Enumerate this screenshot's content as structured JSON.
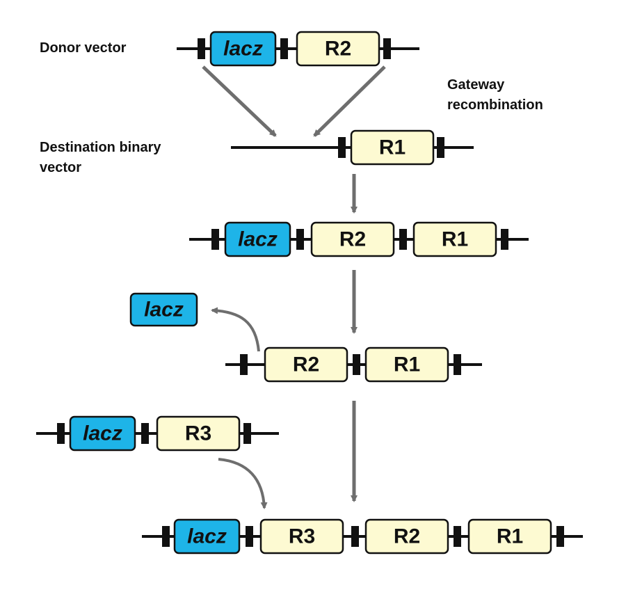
{
  "colors": {
    "lacz_fill": "#1eb4e8",
    "region_fill": "#fdfad2",
    "line": "#111111",
    "arrow": "#6e6e6e"
  },
  "labels": {
    "donor_vector": "Donor vector",
    "gateway_line1": "Gateway",
    "gateway_line2": "recombination",
    "destination_line1": "Destination binary",
    "destination_line2": "vector"
  },
  "box_text": {
    "lacz": "lacz",
    "r1": "R1",
    "r2": "R2",
    "r3": "R3"
  },
  "constructs": [
    {
      "id": "donor",
      "segments": [
        "lacz",
        "R2"
      ]
    },
    {
      "id": "destination",
      "segments": [
        "R1"
      ]
    },
    {
      "id": "intermediate",
      "segments": [
        "lacz",
        "R2",
        "R1"
      ]
    },
    {
      "id": "excised",
      "segments": [
        "R2",
        "R1"
      ]
    },
    {
      "id": "second-donor",
      "segments": [
        "lacz",
        "R3"
      ]
    },
    {
      "id": "final",
      "segments": [
        "lacz",
        "R3",
        "R2",
        "R1"
      ]
    }
  ],
  "free_cassette": {
    "segments": [
      "lacz"
    ]
  }
}
